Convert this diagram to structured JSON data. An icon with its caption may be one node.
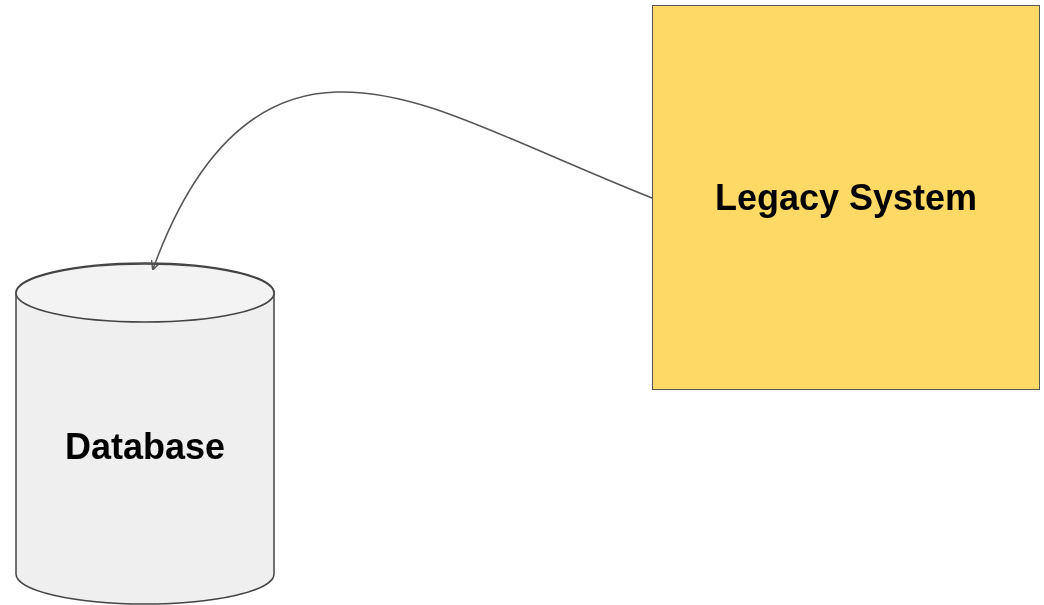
{
  "diagram": {
    "nodes": [
      {
        "text": [
          "Database"
        ]
      },
      {
        "text": [
          "Legacy System"
        ]
      }
    ],
    "edges": [
      {
        "from": 1,
        "to": 0,
        "arrow": "to"
      }
    ]
  }
}
